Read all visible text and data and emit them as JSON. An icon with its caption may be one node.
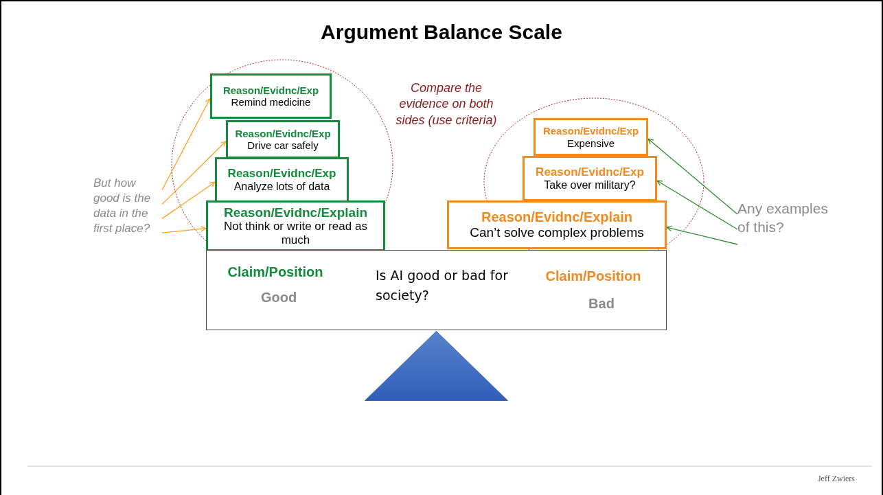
{
  "diagram": {
    "title": "Argument Balance Scale",
    "nodes": [
      {
        "text": [
          "Reason/Evidnc/Exp",
          "Remind medicine"
        ]
      },
      {
        "text": [
          "Reason/Evidnc/Exp",
          "Drive car safely"
        ]
      },
      {
        "text": [
          "Reason/Evidnc/Exp",
          "Analyze lots of data"
        ]
      },
      {
        "text": [
          "Reason/Evidnc/Explain",
          "Not think or write or read as much"
        ]
      },
      {
        "text": [
          "Reason/Evidnc/Exp",
          "Expensive"
        ]
      },
      {
        "text": [
          "Reason/Evidnc/Exp",
          "Take over military?"
        ]
      },
      {
        "text": [
          "Reason/Evidnc/Explain",
          "Can’t solve complex problems"
        ]
      },
      {
        "text": [
          "Is AI good or bad for society?"
        ]
      },
      {
        "text": [
          "But how good is the data in the first place?"
        ]
      },
      {
        "text": [
          "Any examples of this?"
        ]
      },
      {
        "text": [],
        "shape": "triangle"
      }
    ],
    "edges": [
      {
        "from": 8,
        "to": 0,
        "arrow": "to",
        "color": "#ff9f1a"
      },
      {
        "from": 8,
        "to": 1,
        "arrow": "to",
        "color": "#ff9f1a"
      },
      {
        "from": 8,
        "to": 2,
        "arrow": "to",
        "color": "#ff9f1a"
      },
      {
        "from": 8,
        "to": 3,
        "arrow": "to",
        "color": "#ff9f1a"
      },
      {
        "from": 9,
        "to": 4,
        "arrow": "to",
        "color": "#2e8b2e"
      },
      {
        "from": 9,
        "to": 5,
        "arrow": "to",
        "color": "#2e8b2e"
      },
      {
        "from": 9,
        "to": 6,
        "arrow": "to",
        "color": "#2e8b2e"
      }
    ],
    "labels": [
      "Compare the evidence on both sides (use criteria)",
      "Claim/Position",
      "Good",
      "Claim/Position",
      "Bad",
      "Jeff Zwiers"
    ]
  }
}
